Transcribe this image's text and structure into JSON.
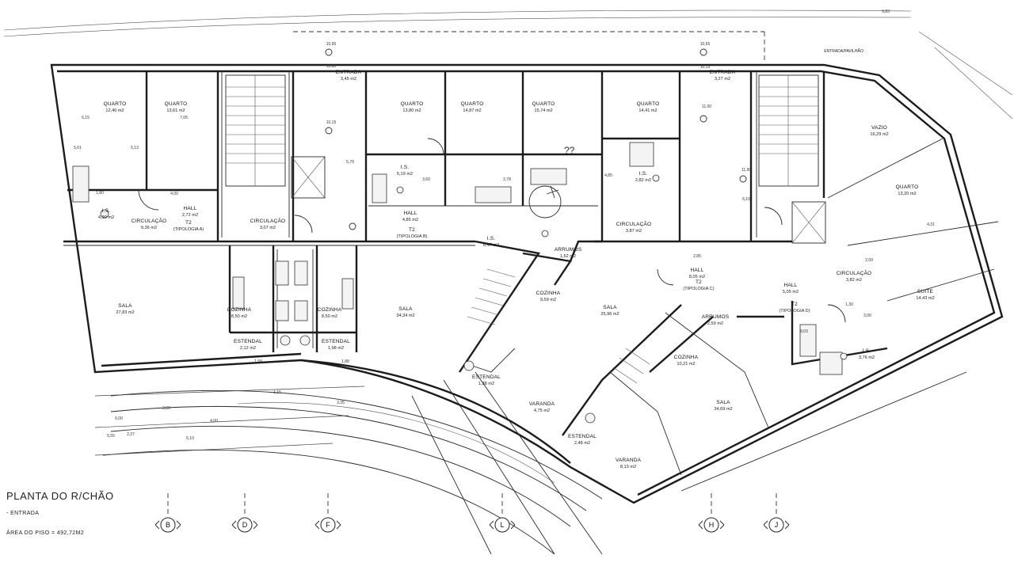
{
  "legend": {
    "title": "PLANTA DO R/CHÃO",
    "entry": "- ENTRADA",
    "area": "ÁREA DO PISO = 492,72M2"
  },
  "top_note": "ENTRADA/PAVILHÃO",
  "sketch_note": "??",
  "rooms": [
    {
      "id": "r1",
      "name": "QUARTO",
      "area": "12,40 m2"
    },
    {
      "id": "r2",
      "name": "QUARTO",
      "area": "13,61 m2"
    },
    {
      "id": "r3",
      "name": "ENTRADA",
      "area": "3,45 m2"
    },
    {
      "id": "r4",
      "name": "QUARTO",
      "area": "13,80 m2"
    },
    {
      "id": "r5",
      "name": "QUARTO",
      "area": "14,87 m2"
    },
    {
      "id": "r6",
      "name": "QUARTO",
      "area": "15,74 m2"
    },
    {
      "id": "r7",
      "name": "QUARTO",
      "area": "14,41 m2"
    },
    {
      "id": "r8",
      "name": "ENTRADA",
      "area": "3,27 m2"
    },
    {
      "id": "r9",
      "name": "VAZIO",
      "area": "16,29 m2"
    },
    {
      "id": "r10",
      "name": "QUARTO",
      "area": "13,20 m2"
    },
    {
      "id": "r11",
      "name": "I.S.",
      "area": "4,90 m2"
    },
    {
      "id": "r12",
      "name": "CIRCULAÇÃO",
      "area": "9,36 m2"
    },
    {
      "id": "r13",
      "name": "HALL",
      "area": "2,72 m2"
    },
    {
      "id": "r14",
      "name": "CIRCULAÇÃO",
      "area": "3,07 m2"
    },
    {
      "id": "r15",
      "name": "I.S.",
      "area": "5,19 m2"
    },
    {
      "id": "r16",
      "name": "HALL",
      "area": "4,85 m2"
    },
    {
      "id": "r17",
      "name": "I.S.",
      "area": "6,47 m2"
    },
    {
      "id": "r18",
      "name": "I.S.",
      "area": "2,82 m2"
    },
    {
      "id": "r19",
      "name": "CIRCULAÇÃO",
      "area": "3,87 m2"
    },
    {
      "id": "r20",
      "name": "SALA",
      "area": "27,83 m2"
    },
    {
      "id": "r21",
      "name": "COZINHA",
      "area": "8,50 m2"
    },
    {
      "id": "r22",
      "name": "COZINHA",
      "area": "8,50 m2"
    },
    {
      "id": "r23",
      "name": "SALA",
      "area": "34,34 m2"
    },
    {
      "id": "r24",
      "name": "ARRUMOS",
      "area": "1,62 m2"
    },
    {
      "id": "r25",
      "name": "COZINHA",
      "area": "9,59 m2"
    },
    {
      "id": "r26",
      "name": "SALA",
      "area": "25,96 m2"
    },
    {
      "id": "r27",
      "name": "HALL",
      "area": "8,05 m2"
    },
    {
      "id": "r28",
      "name": "ARRUMOS",
      "area": "2,59 m2"
    },
    {
      "id": "r29",
      "name": "HALL",
      "area": "5,05 m2"
    },
    {
      "id": "r30",
      "name": "CIRCULAÇÃO",
      "area": "3,82 m2"
    },
    {
      "id": "r31",
      "name": "SUITE",
      "area": "14,43 m2"
    },
    {
      "id": "r32",
      "name": "ESTENDAL",
      "area": "2,12 m2"
    },
    {
      "id": "r33",
      "name": "ESTENDAL",
      "area": "1,98 m2"
    },
    {
      "id": "r34",
      "name": "ESTENDAL",
      "area": "1,38 m2"
    },
    {
      "id": "r35",
      "name": "VARANDA",
      "area": "4,75 m2"
    },
    {
      "id": "r36",
      "name": "COZINHA",
      "area": "10,21 m2"
    },
    {
      "id": "r37",
      "name": "ESTENDAL",
      "area": "2,48 m2"
    },
    {
      "id": "r38",
      "name": "VARANDA",
      "area": "8,13 m2"
    },
    {
      "id": "r39",
      "name": "SALA",
      "area": "34,69 m2"
    },
    {
      "id": "r40",
      "name": "I.S.",
      "area": "3,76 m2"
    }
  ],
  "typologies": [
    {
      "id": "t1",
      "type": "T2",
      "label": "(TIPOLOGIA A)"
    },
    {
      "id": "t2",
      "type": "T2",
      "label": "(TIPOLOGIA B)"
    },
    {
      "id": "t3",
      "type": "T2",
      "label": "(TIPOLOGIA C)"
    },
    {
      "id": "t4",
      "type": "T2",
      "label": "(TIPOLOGIA D)"
    }
  ],
  "dimensions": [
    "6,15",
    "7,05",
    "5,61",
    "5,13",
    "1,80",
    "4,00",
    "5,79",
    "3,60",
    "2,78",
    "4,85",
    "4,31",
    "1,58",
    "1,88",
    "2,60",
    "6,00",
    "5,55",
    "11,80",
    "10,95",
    "10,15",
    "11,00",
    "11,90",
    "6,10",
    "2,85",
    "2,00",
    "1,30",
    "3,00",
    "10,55",
    "10,13",
    "9,83",
    "9,03",
    "5,10",
    "4,00",
    "1,15",
    "3,35",
    "2,37"
  ],
  "grid_axes": [
    "B",
    "D",
    "F",
    "L",
    "H",
    "J"
  ]
}
